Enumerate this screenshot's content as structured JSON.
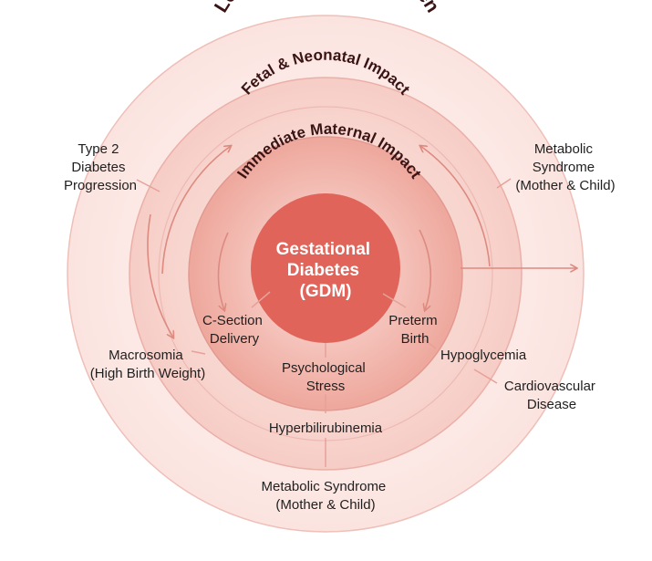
{
  "center": {
    "lines": [
      "Gestational",
      "Diabetes",
      "(GDM)"
    ]
  },
  "rings": {
    "outer": {
      "title": "Long-Term Chronic Burden"
    },
    "middle": {
      "title": "Fetal & Neonatal Impact"
    },
    "inner": {
      "title": "Immediate Maternal Impact"
    }
  },
  "labels": {
    "type2": [
      "Type 2",
      "Diabetes",
      "Progression"
    ],
    "metabolic_top": [
      "Metabolic",
      "Syndrome",
      "(Mother & Child)"
    ],
    "csection": [
      "C-Section",
      "Delivery"
    ],
    "preterm": [
      "Preterm",
      "Birth"
    ],
    "psych": [
      "Psychological",
      "Stress"
    ],
    "macrosomia": [
      "Macrosomia",
      "(High Birth Weight)"
    ],
    "hypoglycemia": [
      "Hypoglycemia"
    ],
    "cardio": [
      "Cardiovascular",
      "Disease"
    ],
    "hyperbili": [
      "Hyperbilirubinemia"
    ],
    "metabolic_bottom": [
      "Metabolic Syndrome",
      "(Mother & Child)"
    ]
  },
  "colors": {
    "outer_ring": "#fbe9e6",
    "middle_ring": "#f8d6d0",
    "inner_ring": "#f2b5ab",
    "core": "#e0645a",
    "stroke": "#e8aba2",
    "arrow": "#e09087"
  }
}
